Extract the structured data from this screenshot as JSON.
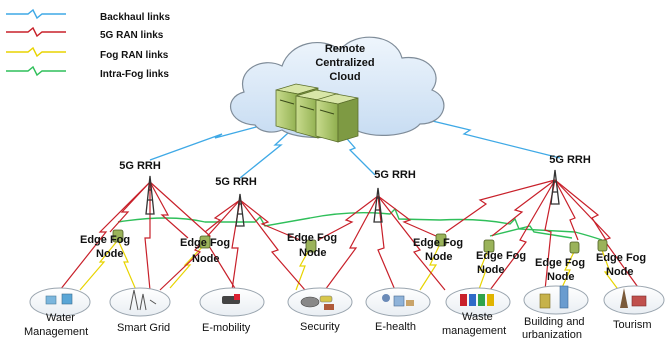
{
  "legend": {
    "backhaul": "Backhaul links",
    "ran": "5G RAN links",
    "fog_ran": "Fog RAN links",
    "intra_fog": "Intra-Fog links"
  },
  "cloud": {
    "line1": "Remote",
    "line2": "Centralized",
    "line3": "Cloud"
  },
  "rrh": [
    "5G RRH",
    "5G RRH",
    "5G RRH",
    "5G RRH"
  ],
  "fog_nodes": [
    {
      "line1": "Edge Fog",
      "line2": "Node"
    },
    {
      "line1": "Edge Fog",
      "line2": "Node"
    },
    {
      "line1": "Edge Fog",
      "line2": "Node"
    },
    {
      "line1": "Edge Fog",
      "line2": "Node"
    },
    {
      "line1": "Edge Fog",
      "line2": "Node"
    },
    {
      "line1": "Edge Fog",
      "line2": "Node"
    }
  ],
  "applications": [
    {
      "line1": "Water",
      "line2": "Management"
    },
    {
      "line1": "Smart Grid",
      "line2": ""
    },
    {
      "line1": "E-mobility",
      "line2": ""
    },
    {
      "line1": "Security",
      "line2": ""
    },
    {
      "line1": "E-health",
      "line2": ""
    },
    {
      "line1": "Waste",
      "line2": "management"
    },
    {
      "line1": "Building and",
      "line2": "urbanization"
    },
    {
      "line1": "Tourism",
      "line2": ""
    }
  ],
  "colors": {
    "backhaul": "#3fa9e6",
    "ran": "#c8202a",
    "fog_ran": "#e8d400",
    "intra_fog": "#2fbf5a",
    "cloud_fill": "#d6e6f7",
    "cloud_stroke": "#7f8c99",
    "server": "#a8c46a"
  }
}
